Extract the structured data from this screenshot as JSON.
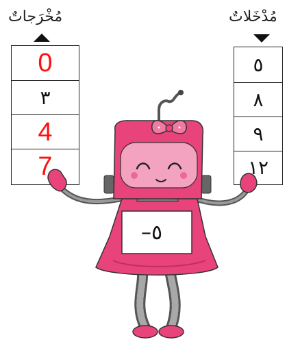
{
  "outputs": {
    "title_prefix": "مُخْرَ",
    "title_suffix": "جاتٌ",
    "cells": [
      "0",
      "٣",
      "4",
      "7"
    ],
    "cell_styles": [
      "red",
      "ar",
      "red",
      "red"
    ]
  },
  "inputs": {
    "title_prefix": "مُدْ",
    "title_suffix": "خَلاتٌ",
    "cells": [
      "٥",
      "٨",
      "٩",
      "١٢"
    ]
  },
  "robot": {
    "label": "٥–",
    "body_color": "#e8437a",
    "screen_color": "#f3a3bf"
  }
}
